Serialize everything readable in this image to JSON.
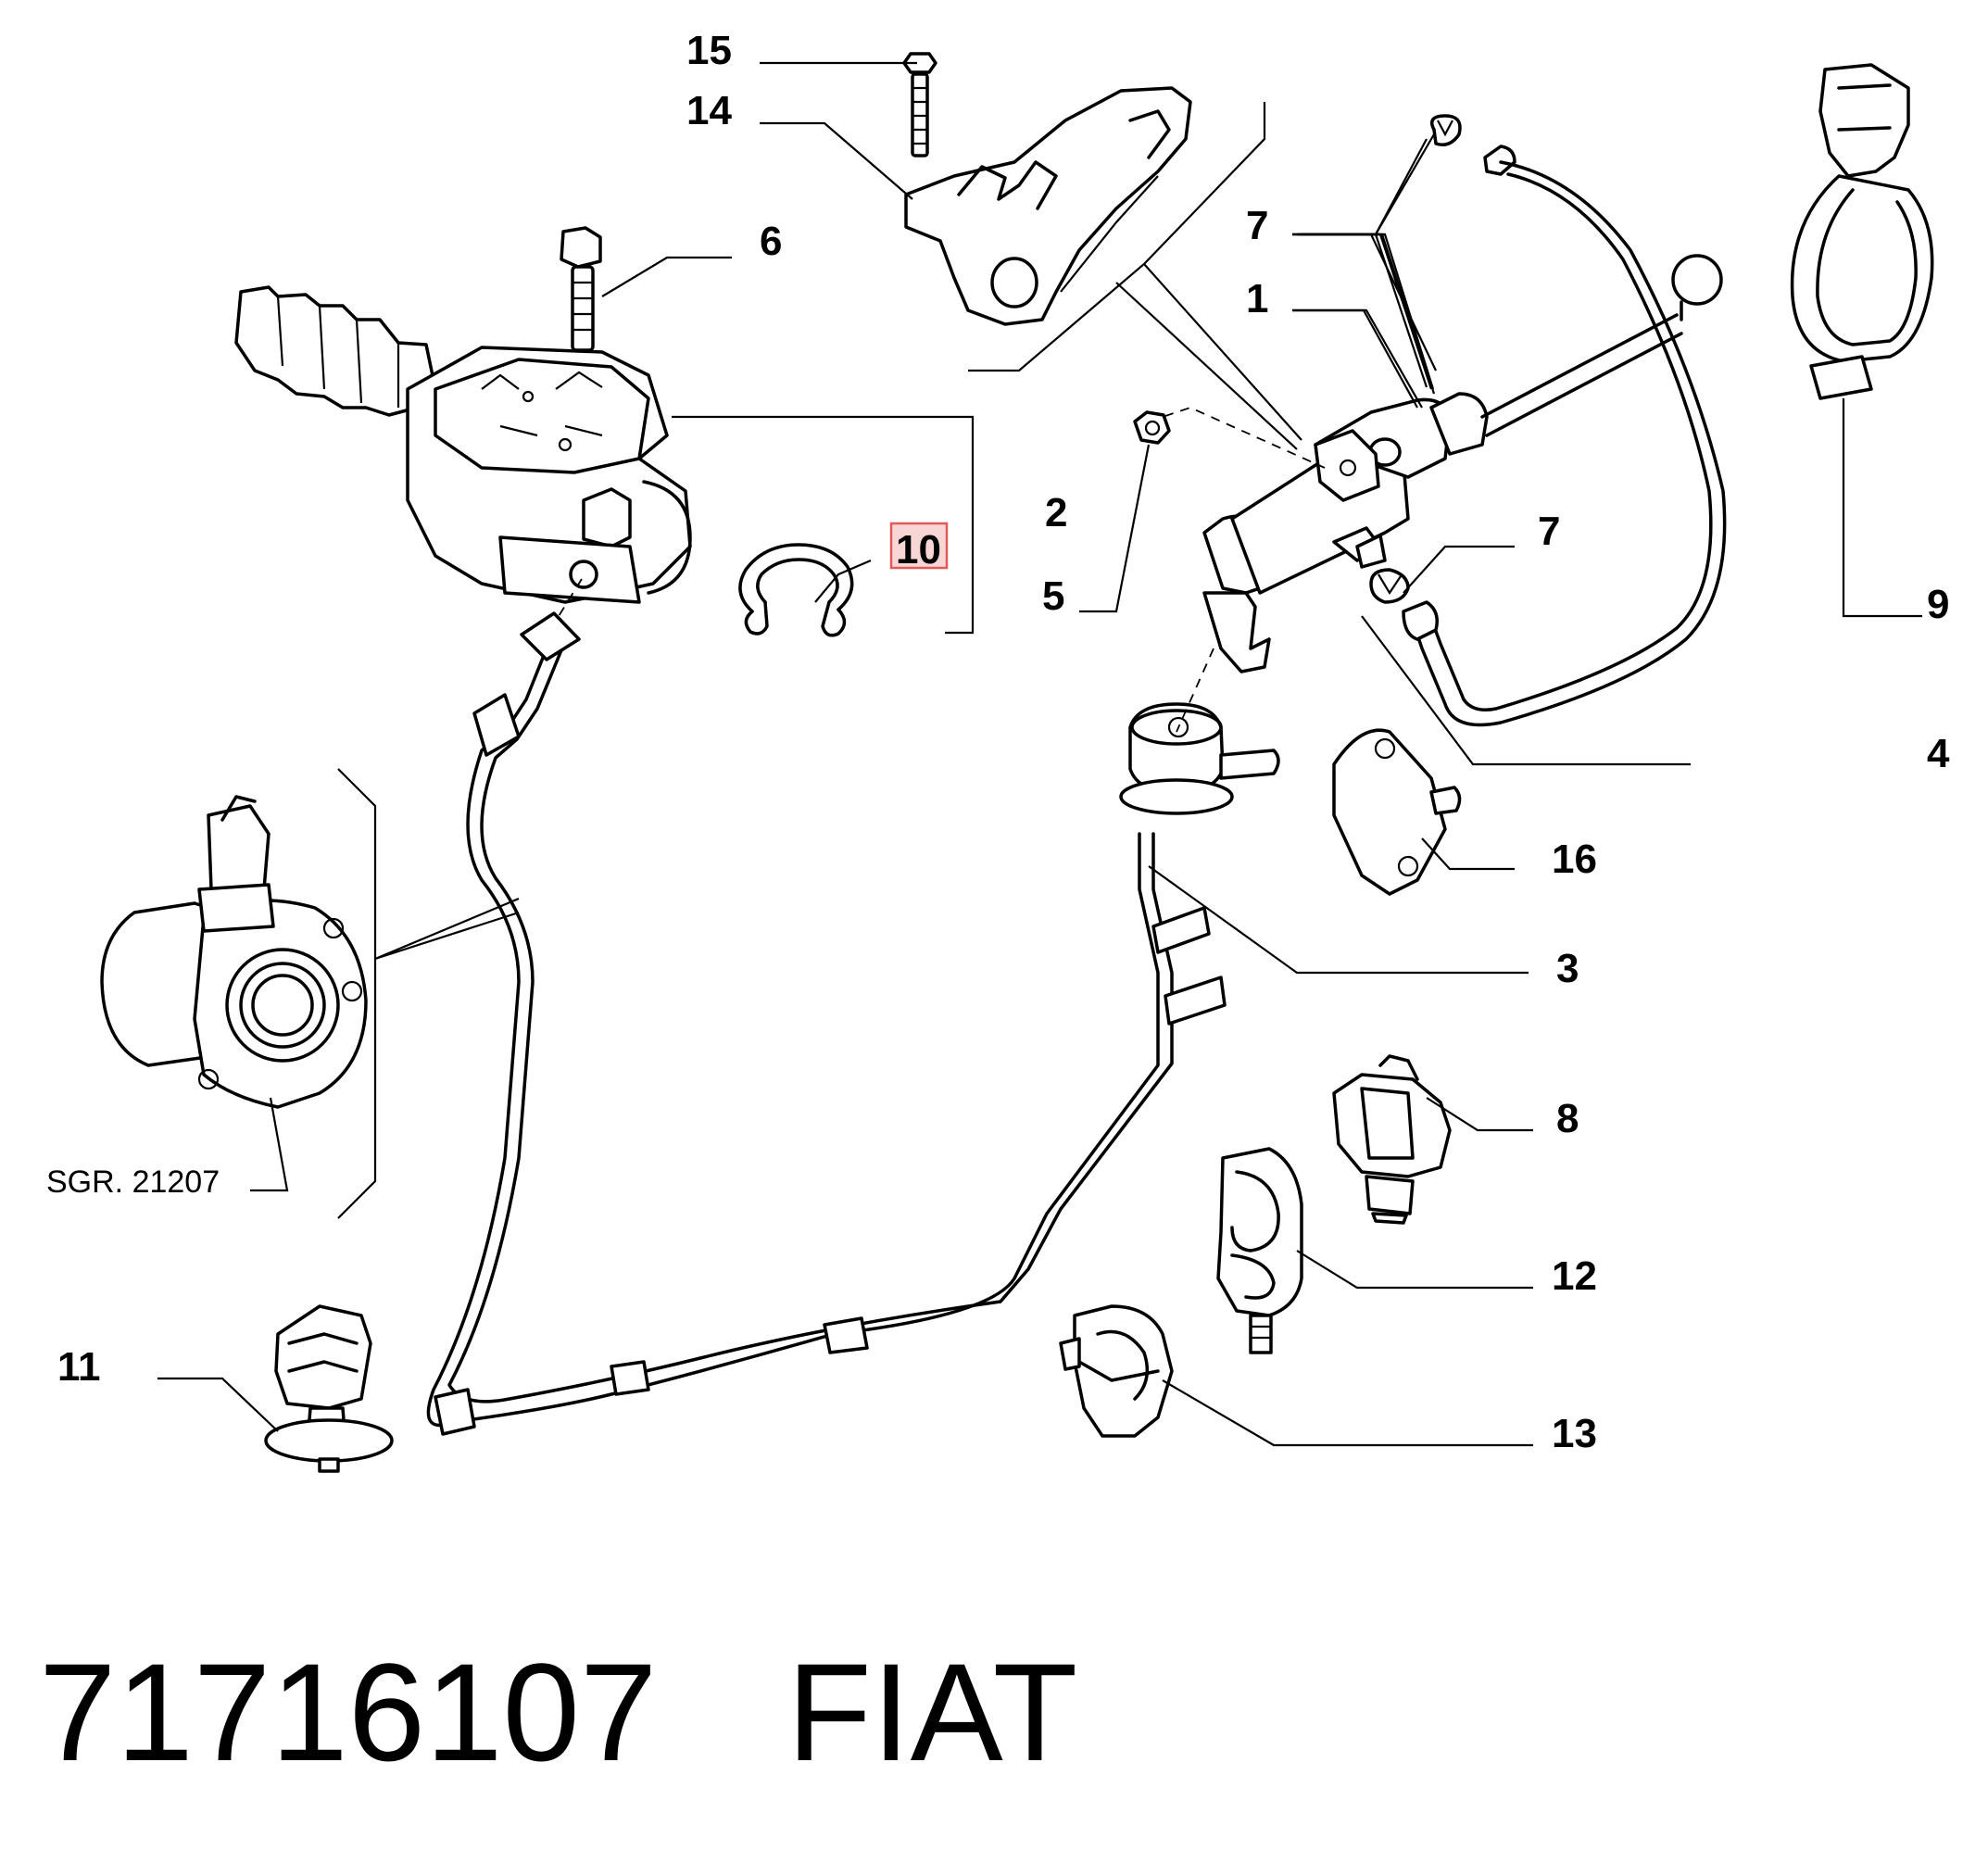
{
  "callouts": {
    "c1": "1",
    "c2": "2",
    "c3": "3",
    "c4": "4",
    "c5": "5",
    "c6": "6",
    "c7a": "7",
    "c7b": "7",
    "c8": "8",
    "c9": "9",
    "c10": "10",
    "c11": "11",
    "c12": "12",
    "c13": "13",
    "c14": "14",
    "c15": "15",
    "c16": "16"
  },
  "subgroup_ref": "SGR. 21207",
  "highlighted_callout": "10",
  "highlight_color": "#f9d6d6",
  "footer": {
    "part_number": "71716107",
    "brand": "FIAT"
  }
}
